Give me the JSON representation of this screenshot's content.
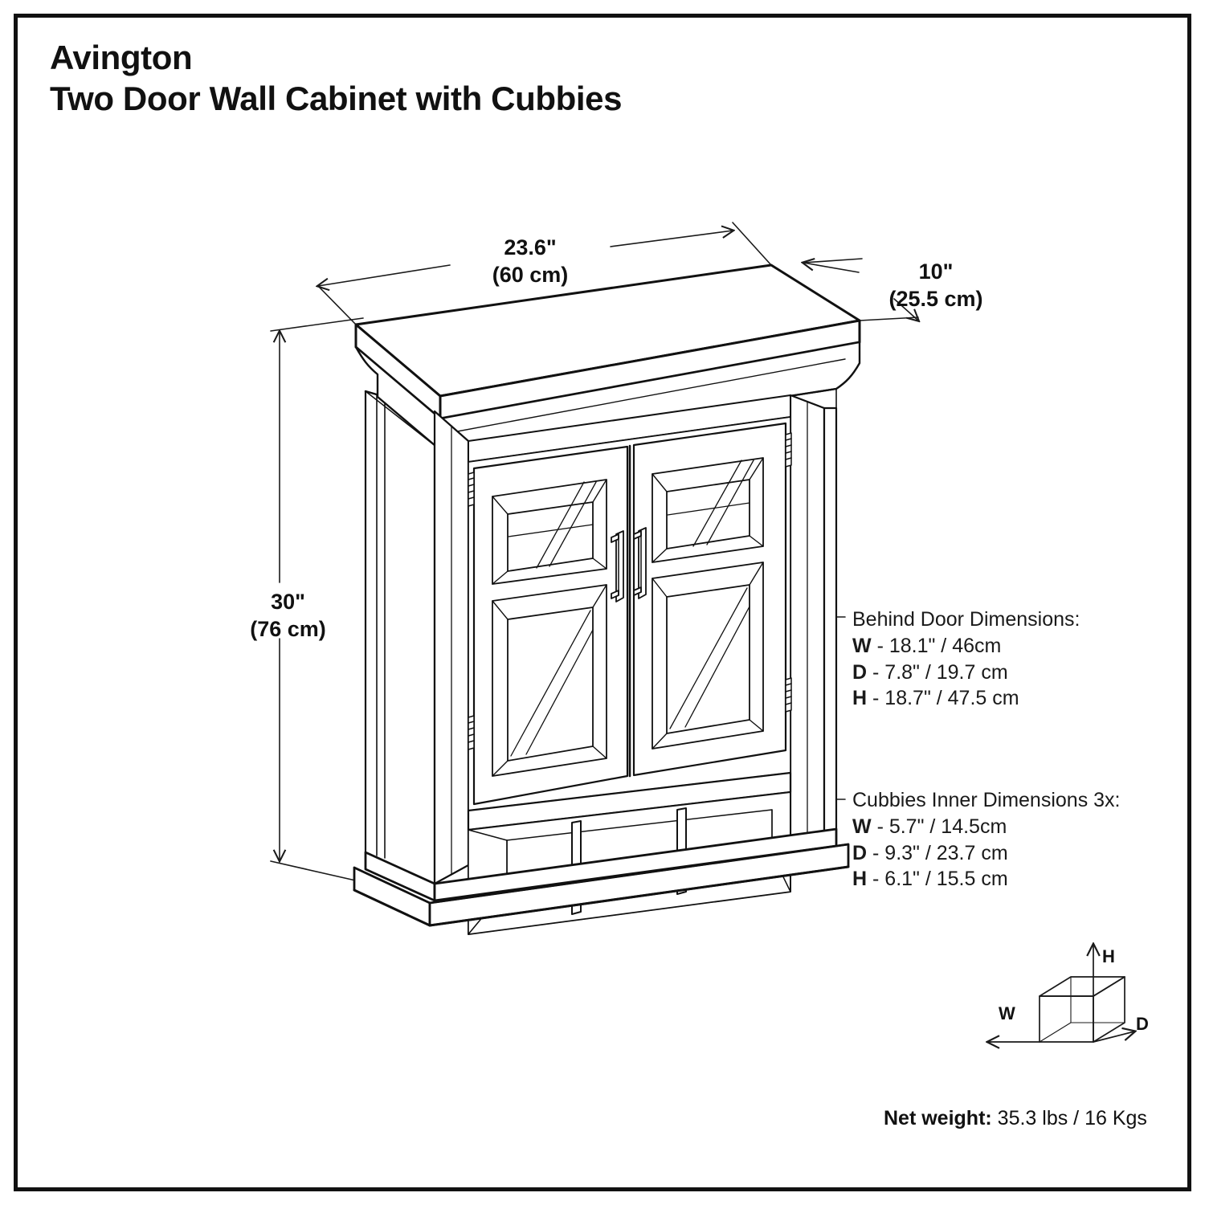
{
  "title": {
    "brand": "Avington",
    "product": "Two Door Wall Cabinet with Cubbies"
  },
  "dimensions": {
    "width": {
      "imperial": "23.6\"",
      "metric": "(60 cm)"
    },
    "depth": {
      "imperial": "10\"",
      "metric": "(25.5 cm)"
    },
    "height": {
      "imperial": "30\"",
      "metric": "(76 cm)"
    }
  },
  "callouts": {
    "behind_door": {
      "title": "Behind Door Dimensions:",
      "rows": [
        {
          "key": "W",
          "value": "- 18.1\" /  46cm"
        },
        {
          "key": "D",
          "value": "- 7.8\" / 19.7 cm"
        },
        {
          "key": "H",
          "value": "- 18.7\" / 47.5 cm"
        }
      ]
    },
    "cubbies": {
      "title": "Cubbies Inner Dimensions 3x:",
      "rows": [
        {
          "key": "W",
          "value": "- 5.7\" /  14.5cm"
        },
        {
          "key": "D",
          "value": "- 9.3\" / 23.7 cm"
        },
        {
          "key": "H",
          "value": "- 6.1\" / 15.5 cm"
        }
      ]
    }
  },
  "net_weight": {
    "label": "Net weight:",
    "value": "35.3 lbs / 16 Kgs"
  },
  "axis_legend": {
    "h": "H",
    "w": "W",
    "d": "D"
  },
  "colors": {
    "ink": "#111111",
    "line": "#1a1a1a",
    "background": "#ffffff"
  }
}
